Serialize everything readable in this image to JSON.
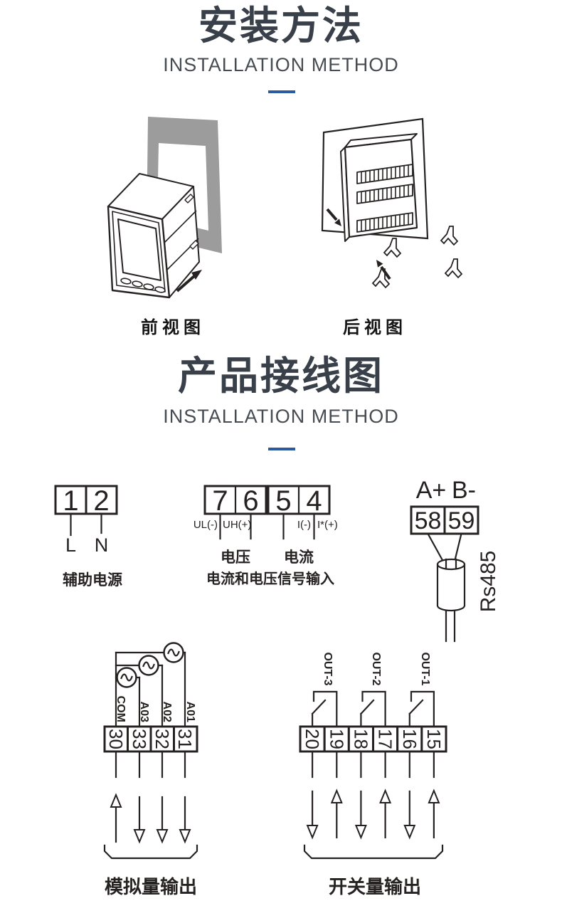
{
  "page": {
    "background": "#ffffff",
    "accent_color": "#2b5b9e",
    "line_color": "#262222",
    "panel_gray": "#9c9c9c"
  },
  "section_installation": {
    "title": "安装方法",
    "subtitle": "INSTALLATION METHOD",
    "figures": [
      {
        "caption": "前视图"
      },
      {
        "caption": "后视图"
      }
    ]
  },
  "section_wiring": {
    "title": "产品接线图",
    "subtitle": "INSTALLATION METHOD",
    "aux_power": {
      "terminals": [
        "1",
        "2"
      ],
      "wire_labels": [
        "L",
        "N"
      ],
      "caption": "辅助电源"
    },
    "signal_input": {
      "terminals": [
        "7",
        "6",
        "5",
        "4"
      ],
      "terminal_labels": [
        "UL(-)",
        "UH(+)",
        "I(-)",
        "I*(+)"
      ],
      "group_labels": [
        "电压",
        "电流"
      ],
      "caption": "电流和电压信号输入"
    },
    "rs485": {
      "bus_labels": [
        "A+",
        "B-"
      ],
      "terminals": [
        "58",
        "59"
      ],
      "caption": "Rs485"
    },
    "analog_output": {
      "terminals": [
        "30",
        "33",
        "32",
        "31"
      ],
      "channel_labels": [
        "COM",
        "A03",
        "A02",
        "A01"
      ],
      "caption": "模拟量输出"
    },
    "switch_output": {
      "terminals": [
        "20",
        "19",
        "18",
        "17",
        "16",
        "15"
      ],
      "channel_labels": [
        "OUT-3",
        "OUT-2",
        "OUT-1"
      ],
      "caption": "开关量输出"
    }
  }
}
